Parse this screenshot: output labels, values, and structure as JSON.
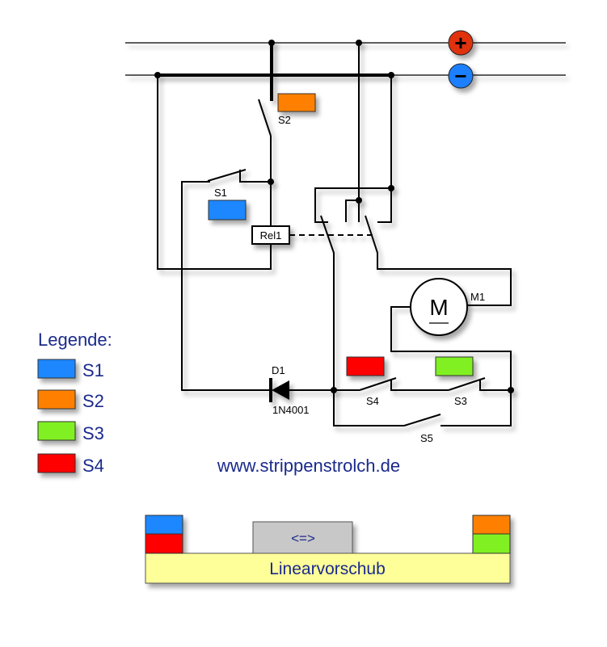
{
  "legend": {
    "title": "Legende:",
    "items": [
      {
        "label": "S1",
        "color": "#1f87ff"
      },
      {
        "label": "S2",
        "color": "#ff8000"
      },
      {
        "label": "S3",
        "color": "#80f020"
      },
      {
        "label": "S4",
        "color": "#ff0000"
      }
    ]
  },
  "rails": {
    "plus": "+",
    "minus": "−",
    "plus_color": "#e03010",
    "minus_color": "#1f7fff"
  },
  "components": {
    "s1": "S1",
    "s2": "S2",
    "s3": "S3",
    "s4": "S4",
    "s5": "S5",
    "relay": "Rel1",
    "motor": "M",
    "motor_label": "M1",
    "diode": "D1",
    "diode_type": "1N4001"
  },
  "website": "www.strippenstrolch.de",
  "actuator": {
    "label": "Linearvorschub",
    "carriage": "<=>"
  }
}
